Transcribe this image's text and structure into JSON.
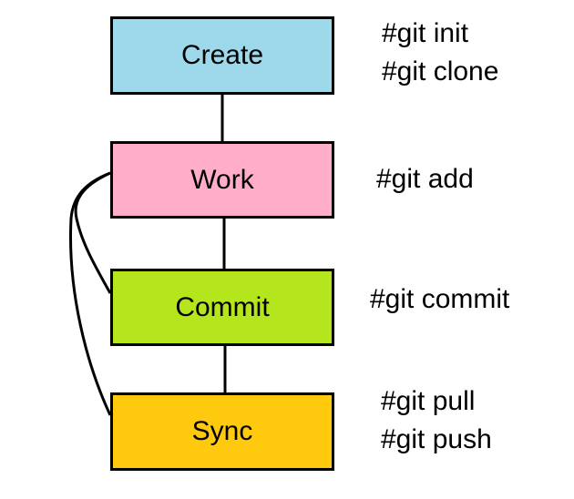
{
  "stages": [
    {
      "id": "create",
      "label": "Create",
      "color": "#9dd9ea",
      "commands": [
        "#git init",
        "#git clone"
      ]
    },
    {
      "id": "work",
      "label": "Work",
      "color": "#ffadc9",
      "commands": [
        "#git add"
      ]
    },
    {
      "id": "commit",
      "label": "Commit",
      "color": "#b5e61d",
      "commands": [
        "#git commit"
      ]
    },
    {
      "id": "sync",
      "label": "Sync",
      "color": "#ffc90e",
      "commands": [
        "#git pull",
        "#git push"
      ]
    }
  ],
  "edges": [
    {
      "from": "create",
      "to": "work",
      "style": "vertical"
    },
    {
      "from": "work",
      "to": "commit",
      "style": "vertical"
    },
    {
      "from": "commit",
      "to": "sync",
      "style": "vertical"
    },
    {
      "from": "work",
      "to": "commit",
      "style": "left-curve"
    },
    {
      "from": "work",
      "to": "sync",
      "style": "left-curve"
    }
  ]
}
